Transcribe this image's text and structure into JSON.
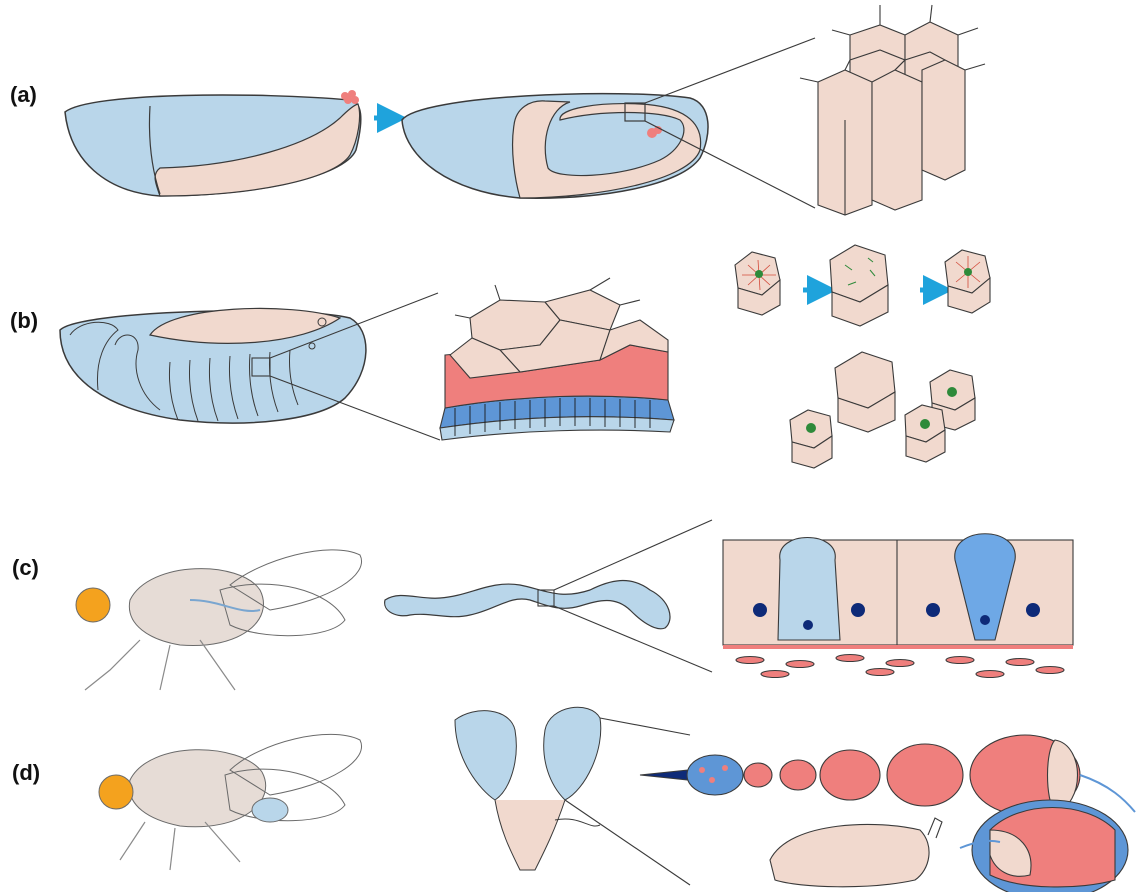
{
  "panels": {
    "a": {
      "label": "(a)"
    },
    "b": {
      "label": "(b)"
    },
    "c": {
      "label": "(c)"
    },
    "d": {
      "label": "(d)"
    }
  },
  "colors": {
    "tissue_blue": "#b9d6ea",
    "tissue_pink": "#f1d9ce",
    "salmon": "#ef7f7d",
    "outline": "#3a3a3a",
    "arrow_blue": "#1fa3dc",
    "deep_blue": "#5e96d6",
    "nucleus": "#0e2a78",
    "fly_eye": "#f4a21e",
    "fly_body": "#e6dcd6"
  }
}
